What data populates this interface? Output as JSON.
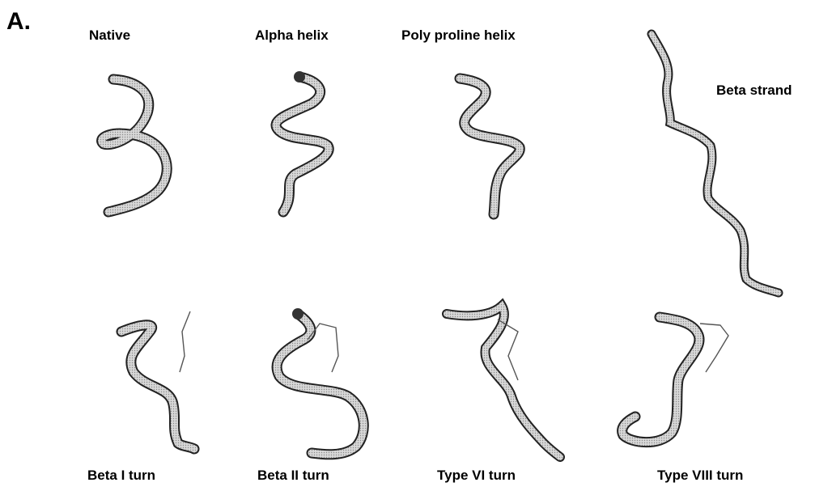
{
  "panel_label": "A.",
  "structures": {
    "native": "Native",
    "alpha_helix": "Alpha helix",
    "polyproline_helix": "Poly proline helix",
    "beta_strand": "Beta strand",
    "beta_i_turn": "Beta I turn",
    "beta_ii_turn": "Beta II turn",
    "type_vi_turn": "Type VI turn",
    "type_viii_turn": "Type VIII turn"
  },
  "colors": {
    "tube_fill": "#c9c9c9",
    "tube_edge": "#222222",
    "sidechain": "#555555"
  }
}
